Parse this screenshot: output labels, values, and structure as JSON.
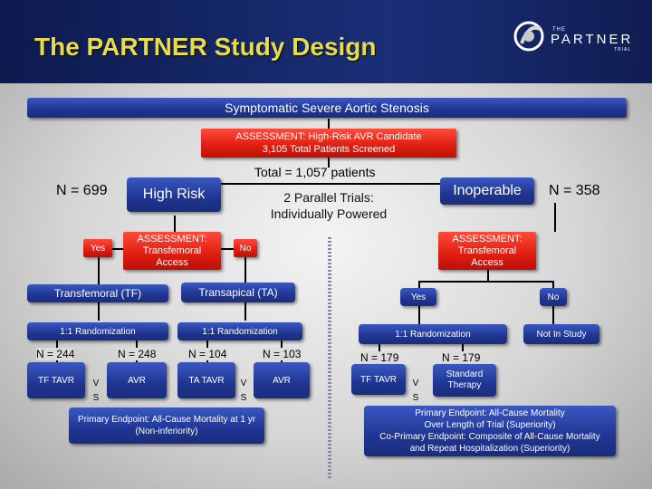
{
  "title": "The PARTNER Study Design",
  "logo": {
    "the": "THE",
    "partner": "PARTNER",
    "trial": "TRIAL"
  },
  "top": {
    "condition": "Symptomatic Severe Aortic Stenosis",
    "assessment_line1": "ASSESSMENT: High-Risk AVR Candidate",
    "assessment_line2": "3,105 Total Patients Screened",
    "total": "Total = 1,057 patients",
    "parallel_line1": "2 Parallel Trials:",
    "parallel_line2": "Individually Powered"
  },
  "left": {
    "n": "N = 699",
    "cohort": "High Risk",
    "assessment": "ASSESSMENT: Transfemoral Access",
    "yes": "Yes",
    "no": "No",
    "tf": "Transfemoral (TF)",
    "ta": "Transapical (TA)",
    "rand_tf": "1:1 Randomization",
    "rand_ta": "1:1 Randomization",
    "n_tf_tavr": "N = 244",
    "n_tf_avr": "N = 248",
    "n_ta_tavr": "N = 104",
    "n_ta_avr": "N = 103",
    "tf_tavr": "TF TAVR",
    "tf_avr": "AVR",
    "ta_tavr": "TA TAVR",
    "ta_avr": "AVR",
    "vs1": "V S",
    "vs2": "V S",
    "endpoint": "Primary Endpoint: All-Cause Mortality at 1 yr (Non-inferiority)"
  },
  "right": {
    "n": "N = 358",
    "cohort": "Inoperable",
    "assessment": "ASSESSMENT: Transfemoral Access",
    "yes": "Yes",
    "no": "No",
    "rand": "1:1 Randomization",
    "not_in_study": "Not In Study",
    "n_tavr": "N = 179",
    "n_std": "N = 179",
    "tf_tavr": "TF TAVR",
    "vs": "V S",
    "std_therapy": "Standard Therapy",
    "endpoint_line1": "Primary Endpoint: All-Cause Mortality",
    "endpoint_line2": "Over Length of Trial (Superiority)",
    "endpoint_line3": "Co-Primary Endpoint: Composite of All-Cause Mortality",
    "endpoint_line4": "and Repeat Hospitalization (Superiority)"
  },
  "colors": {
    "title": "#e8dc4a",
    "box_blue": "#1f3591",
    "box_red": "#e01d10"
  }
}
